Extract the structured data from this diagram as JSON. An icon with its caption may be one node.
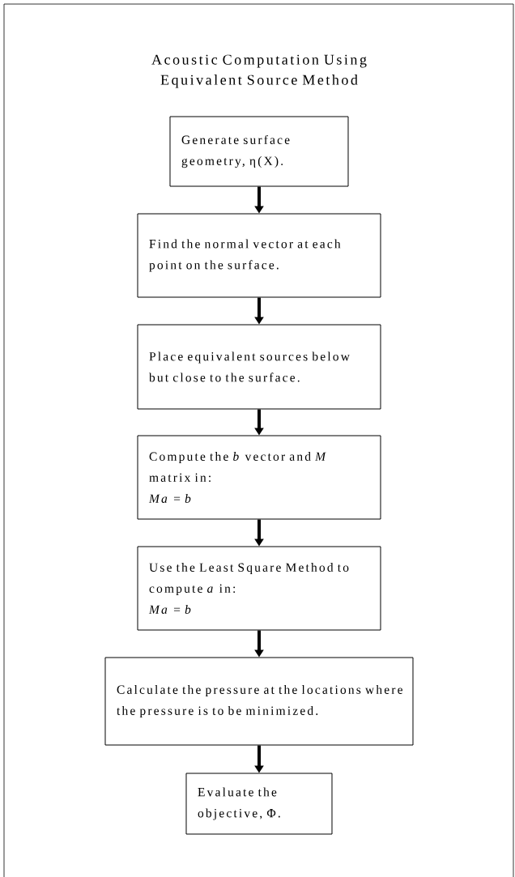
{
  "diagram": {
    "title": "Acoustic Computation Using Equivalent Source Method",
    "nodes": [
      {
        "text": [
          "Generate surface geometry, η(X)."
        ]
      },
      {
        "text": [
          "Find the normal vector at each point on the surface."
        ]
      },
      {
        "text": [
          "Place equivalent sources below but close to the surface."
        ]
      },
      {
        "text": [
          "Compute the *b* vector and *M* matrix in:",
          "*Ma* = *b*"
        ]
      },
      {
        "text": [
          "Use the Least Square Method to compute *a* in:",
          "*Ma* = *b*"
        ]
      },
      {
        "text": [
          "Calculate the pressure at the locations where the pressure is to be minimized."
        ]
      },
      {
        "text": [
          "Evaluate the objective, Φ."
        ]
      }
    ],
    "edges": [
      {
        "from": 0,
        "to": 1,
        "arrow": "to"
      },
      {
        "from": 1,
        "to": 2,
        "arrow": "to"
      },
      {
        "from": 2,
        "to": 3,
        "arrow": "to"
      },
      {
        "from": 3,
        "to": 4,
        "arrow": "to"
      },
      {
        "from": 4,
        "to": 5,
        "arrow": "to"
      },
      {
        "from": 5,
        "to": 6,
        "arrow": "to"
      }
    ]
  }
}
